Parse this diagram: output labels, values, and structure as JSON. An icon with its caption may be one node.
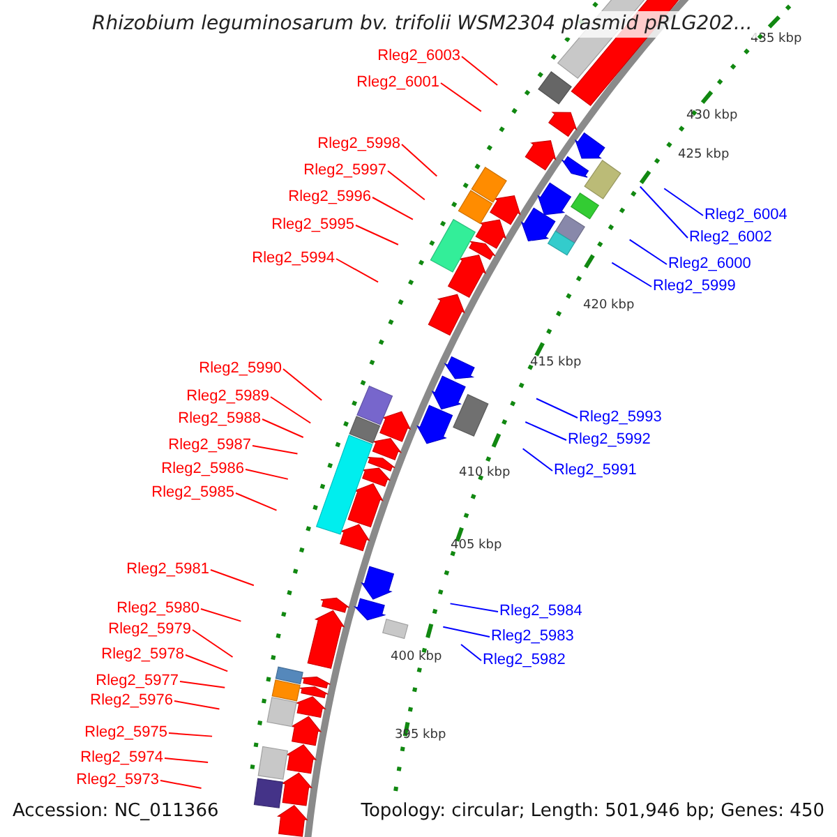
{
  "diagram": {
    "title": "Rhizobium leguminosarum bv. trifolii WSM2304 plasmid pRLG202...",
    "nodes": [
      {
        "text": [
          "Rleg2_6003"
        ]
      },
      {
        "text": [
          "Rleg2_6001"
        ]
      },
      {
        "text": [
          "Rleg2_5998"
        ]
      },
      {
        "text": [
          "Rleg2_5997"
        ]
      },
      {
        "text": [
          "Rleg2_5996"
        ]
      },
      {
        "text": [
          "Rleg2_6004"
        ]
      },
      {
        "text": [
          "Rleg2_5995"
        ]
      },
      {
        "text": [
          "Rleg2_6002"
        ]
      },
      {
        "text": [
          "Rleg2_5994"
        ]
      },
      {
        "text": [
          "Rleg2_6000"
        ]
      },
      {
        "text": [
          "Rleg2_5999"
        ]
      },
      {
        "text": [
          "Rleg2_5990"
        ]
      },
      {
        "text": [
          "Rleg2_5989"
        ]
      },
      {
        "text": [
          "Rleg2_5993"
        ]
      },
      {
        "text": [
          "Rleg2_5988"
        ]
      },
      {
        "text": [
          "Rleg2_5992"
        ]
      },
      {
        "text": [
          "Rleg2_5987"
        ]
      },
      {
        "text": [
          "Rleg2_5986"
        ]
      },
      {
        "text": [
          "Rleg2_5991"
        ]
      },
      {
        "text": [
          "Rleg2_5985"
        ]
      },
      {
        "text": [
          "Rleg2_5981"
        ]
      },
      {
        "text": [
          "Rleg2_5980"
        ]
      },
      {
        "text": [
          "Rleg2_5984"
        ]
      },
      {
        "text": [
          "Rleg2_5979"
        ]
      },
      {
        "text": [
          "Rleg2_5983"
        ]
      },
      {
        "text": [
          "Rleg2_5978"
        ]
      },
      {
        "text": [
          "Rleg2_5982"
        ]
      },
      {
        "text": [
          "Rleg2_5977"
        ]
      },
      {
        "text": [
          "Rleg2_5976"
        ]
      },
      {
        "text": [
          "Rleg2_5975"
        ]
      },
      {
        "text": [
          "Rleg2_5974"
        ]
      },
      {
        "text": [
          "Rleg2_5973"
        ]
      }
    ],
    "edges": [
      {
        "from": 0,
        "to": null,
        "arrow": "none"
      },
      {
        "from": 1,
        "to": null,
        "arrow": "none"
      },
      {
        "from": 2,
        "to": null,
        "arrow": "none"
      },
      {
        "from": 3,
        "to": null,
        "arrow": "none"
      },
      {
        "from": 4,
        "to": null,
        "arrow": "none"
      },
      {
        "from": 5,
        "to": null,
        "arrow": "none",
        "color": "#0000ff"
      },
      {
        "from": 6,
        "to": null,
        "arrow": "none"
      },
      {
        "from": 7,
        "to": null,
        "arrow": "none",
        "color": "#0000ff"
      },
      {
        "from": 8,
        "to": null,
        "arrow": "none"
      },
      {
        "from": 9,
        "to": null,
        "arrow": "none",
        "color": "#0000ff"
      },
      {
        "from": 10,
        "to": null,
        "arrow": "none",
        "color": "#0000ff"
      },
      {
        "from": 11,
        "to": null,
        "arrow": "none"
      },
      {
        "from": 12,
        "to": null,
        "arrow": "none"
      },
      {
        "from": 13,
        "to": null,
        "arrow": "none",
        "color": "#0000ff"
      },
      {
        "from": 14,
        "to": null,
        "arrow": "none"
      },
      {
        "from": 15,
        "to": null,
        "arrow": "none",
        "color": "#0000ff"
      },
      {
        "from": 16,
        "to": null,
        "arrow": "none"
      },
      {
        "from": 17,
        "to": null,
        "arrow": "none"
      },
      {
        "from": 18,
        "to": null,
        "arrow": "none",
        "color": "#0000ff"
      },
      {
        "from": 19,
        "to": null,
        "arrow": "none"
      },
      {
        "from": 20,
        "to": null,
        "arrow": "none"
      },
      {
        "from": 21,
        "to": null,
        "arrow": "none"
      },
      {
        "from": 22,
        "to": null,
        "arrow": "none",
        "color": "#0000ff"
      },
      {
        "from": 23,
        "to": null,
        "arrow": "none"
      },
      {
        "from": 24,
        "to": null,
        "arrow": "none",
        "color": "#0000ff"
      },
      {
        "from": 25,
        "to": null,
        "arrow": "none"
      },
      {
        "from": 26,
        "to": null,
        "arrow": "none",
        "color": "#0000ff"
      },
      {
        "from": 27,
        "to": null,
        "arrow": "none"
      },
      {
        "from": 28,
        "to": null,
        "arrow": "none"
      },
      {
        "from": 29,
        "to": null,
        "arrow": "none"
      },
      {
        "from": 30,
        "to": null,
        "arrow": "none"
      },
      {
        "from": 31,
        "to": null,
        "arrow": "none"
      }
    ],
    "labels": [
      "435 kbp",
      "430 kbp",
      "425 kbp",
      "420 kbp",
      "415 kbp",
      "410 kbp",
      "405 kbp",
      "400 kbp",
      "395 kbp",
      "Accession: NC_011366",
      "Topology: circular; Length: 501,946 bp; Genes: 450"
    ]
  }
}
